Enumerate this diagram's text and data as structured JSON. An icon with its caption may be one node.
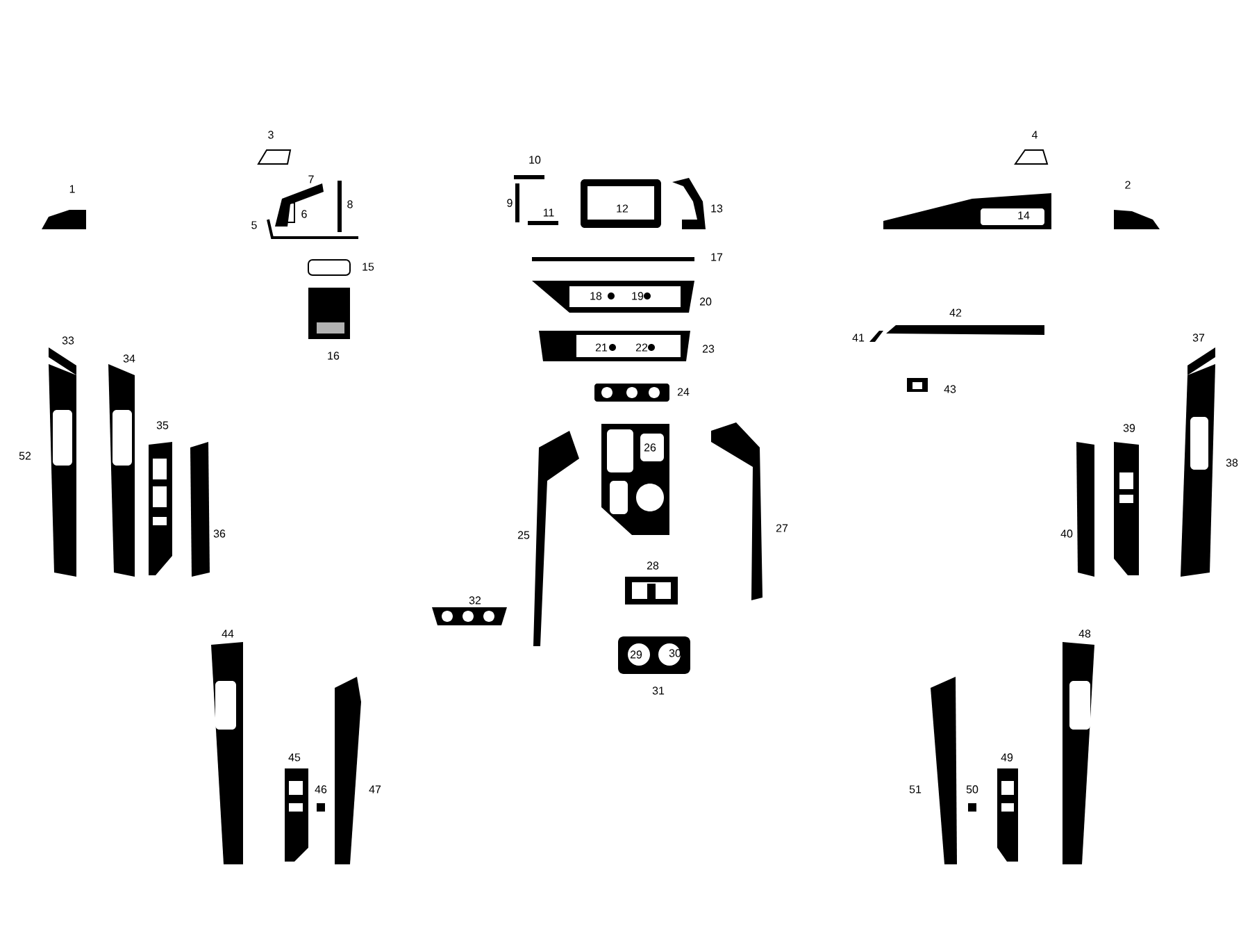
{
  "diagram": {
    "labels": [
      "3",
      "4",
      "10",
      "7",
      "1",
      "2",
      "8",
      "9",
      "12",
      "13",
      "6",
      "11",
      "14",
      "5",
      "17",
      "15",
      "18",
      "19",
      "20",
      "42",
      "33",
      "41",
      "37",
      "21",
      "22",
      "23",
      "34",
      "16",
      "24",
      "43",
      "35",
      "39",
      "26",
      "52",
      "38",
      "36",
      "25",
      "27",
      "40",
      "28",
      "32",
      "44",
      "48",
      "29",
      "30",
      "31",
      "45",
      "49",
      "46",
      "47",
      "51",
      "50"
    ]
  }
}
